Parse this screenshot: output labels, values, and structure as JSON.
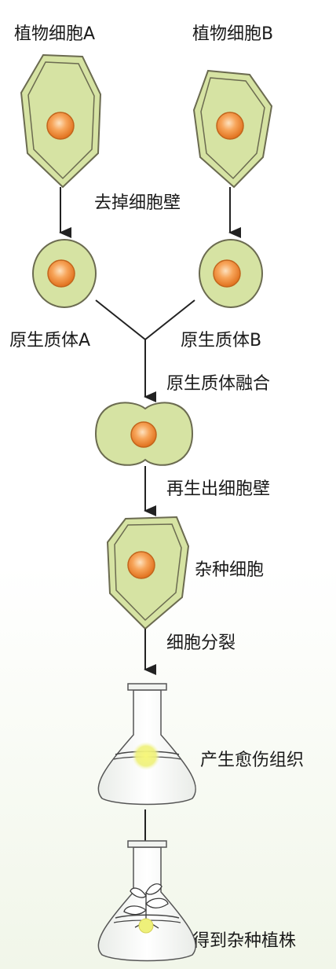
{
  "labels": {
    "cell_a": "植物细胞A",
    "cell_b": "植物细胞B",
    "remove_wall": "去掉细胞壁",
    "protoplast_a": "原生质体A",
    "protoplast_b": "原生质体B",
    "fusion": "原生质体融合",
    "regenerate_wall": "再生出细胞壁",
    "hybrid_cell": "杂种细胞",
    "division": "细胞分裂",
    "callus": "产生愈伤组织",
    "hybrid_plant": "得到杂种植株"
  },
  "colors": {
    "cytoplasm": "#d6e3a3",
    "outline": "#6b6b50",
    "nucleus": "#f08a2a",
    "callus": "#eef07a",
    "arrow": "#222222"
  }
}
